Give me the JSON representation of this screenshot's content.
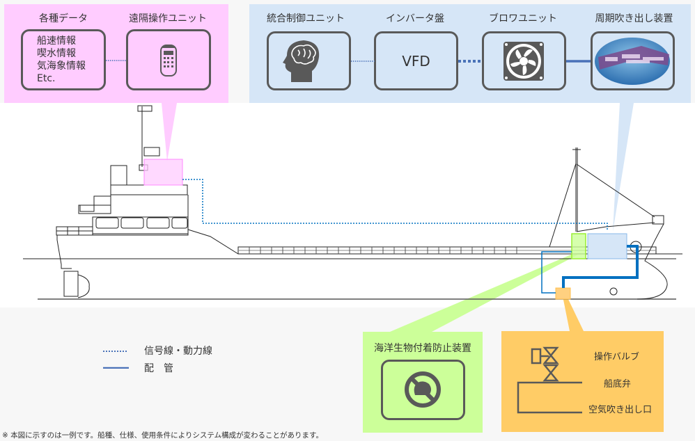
{
  "panels": {
    "data_sources": {
      "title": "各種データ",
      "items": [
        "船速情報",
        "喫水情報",
        "気海象情報",
        "Etc."
      ]
    },
    "remote_unit": {
      "title": "遠隔操作ユニット",
      "icon": "remote-control-icon"
    },
    "control_unit": {
      "title": "統合制御ユニット",
      "icon": "brain-head-icon"
    },
    "inverter": {
      "title": "インバータ盤",
      "box_text": "VFD"
    },
    "blower": {
      "title": "ブロワユニット",
      "icon": "fan-icon"
    },
    "periodic_blow": {
      "title": "周期吹き出し装置",
      "icon": "air-pipe-photo"
    },
    "anti_fouling": {
      "title": "海洋生物付着防止装置",
      "icon": "no-shellfish-icon"
    },
    "valve_detail": {
      "labels": [
        "操作バルブ",
        "船底弁",
        "空気吹き出し口"
      ]
    }
  },
  "legend": {
    "signal_line": "信号線・動力線",
    "piping": "配　管"
  },
  "note": "※ 本図に示すのは一例です。船種、仕様、使用条件によりシステム構成が変わることがあります。",
  "colors": {
    "pink": "#ffccff",
    "blue_panel": "#d6e6f7",
    "green": "#ccff99",
    "orange": "#ffcc66",
    "signal_line": "#4a72b8",
    "pipe": "#0070c0",
    "box_border": "#595959"
  }
}
